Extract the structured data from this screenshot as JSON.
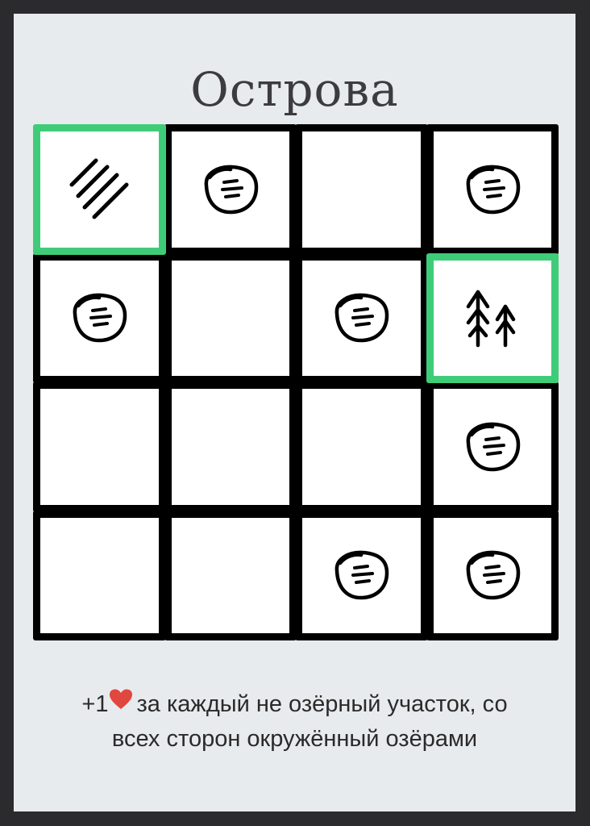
{
  "card": {
    "title": "Острова",
    "rule": {
      "prefix": "+1",
      "reward_icon": "heart-icon",
      "text_line1": "за каждый не озёрный участок, со",
      "text_line2": "всех сторон окружённый озёрами"
    }
  },
  "colors": {
    "background": "#2b2b2d",
    "card": "#e8ebed",
    "cell_border": "#000000",
    "highlight_border": "#3fcc78",
    "heart": "#e0473f"
  },
  "grid": {
    "rows": 4,
    "cols": 4,
    "cells": [
      [
        {
          "icon": "hatch-icon",
          "highlight": true
        },
        {
          "icon": "lake-icon",
          "highlight": false
        },
        {
          "icon": "",
          "highlight": false
        },
        {
          "icon": "lake-icon",
          "highlight": false
        }
      ],
      [
        {
          "icon": "lake-icon",
          "highlight": false
        },
        {
          "icon": "",
          "highlight": false
        },
        {
          "icon": "lake-icon",
          "highlight": false
        },
        {
          "icon": "forest-icon",
          "highlight": true
        }
      ],
      [
        {
          "icon": "",
          "highlight": false
        },
        {
          "icon": "",
          "highlight": false
        },
        {
          "icon": "",
          "highlight": false
        },
        {
          "icon": "lake-icon",
          "highlight": false
        }
      ],
      [
        {
          "icon": "",
          "highlight": false
        },
        {
          "icon": "",
          "highlight": false
        },
        {
          "icon": "lake-icon",
          "highlight": false
        },
        {
          "icon": "lake-icon",
          "highlight": false
        }
      ]
    ]
  }
}
